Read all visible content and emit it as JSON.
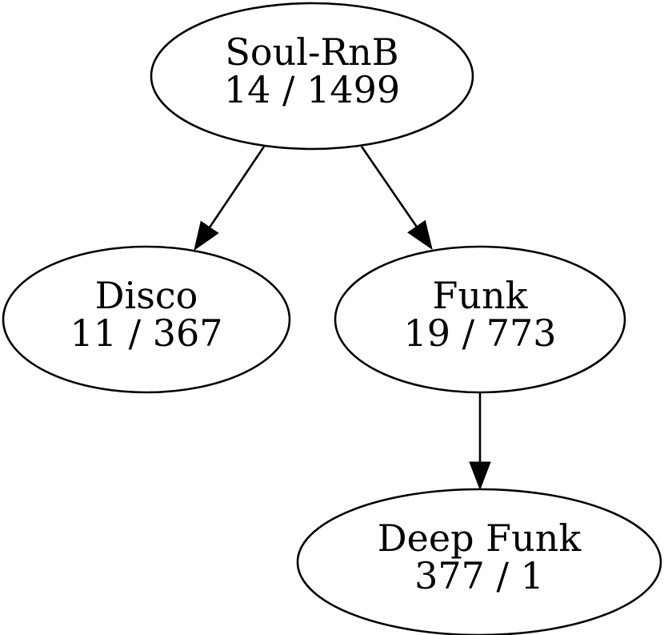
{
  "diagram": {
    "type": "directed-tree-graph",
    "background_color": "#ffffff",
    "stroke_color": "#000000",
    "text_color": "#000000",
    "nodes": [
      {
        "id": "soul-rnb",
        "label": "Soul-RnB",
        "value": "14 / 1499"
      },
      {
        "id": "disco",
        "label": "Disco",
        "value": "11 / 367"
      },
      {
        "id": "funk",
        "label": "Funk",
        "value": "19 / 773"
      },
      {
        "id": "deep-funk",
        "label": "Deep Funk",
        "value": "377 / 1"
      }
    ],
    "edges": [
      {
        "from": "soul-rnb",
        "to": "disco",
        "style": "solid-arrow"
      },
      {
        "from": "soul-rnb",
        "to": "funk",
        "style": "solid-arrow"
      },
      {
        "from": "funk",
        "to": "deep-funk",
        "style": "solid-arrow"
      }
    ]
  }
}
